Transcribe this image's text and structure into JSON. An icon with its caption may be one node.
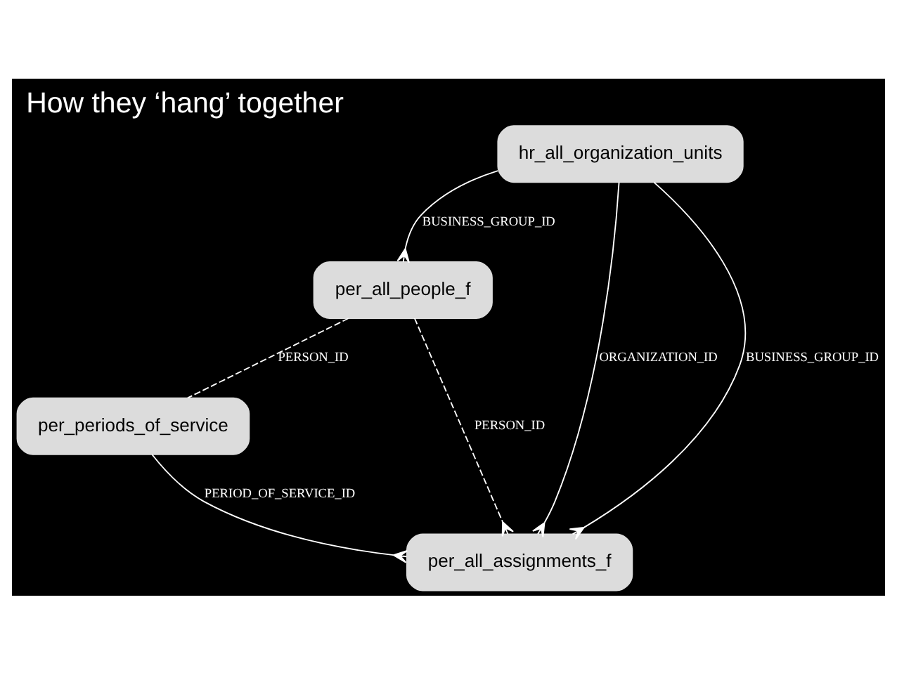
{
  "diagram": {
    "title": "How they ‘hang’ together",
    "nodes": [
      {
        "text": [
          "per_all_people_f"
        ]
      },
      {
        "text": [
          "per_periods_of_service"
        ]
      },
      {
        "text": [
          "hr_all_organization_units"
        ]
      },
      {
        "text": [
          "per_all_assignments_f"
        ]
      }
    ],
    "edges": [
      {
        "from": 0,
        "to": 1,
        "arrow": "none",
        "label": "PERSON_ID",
        "style": "dashed"
      },
      {
        "from": 2,
        "to": 0,
        "arrow": "other",
        "label": "BUSINESS_GROUP_ID"
      },
      {
        "from": 0,
        "to": 3,
        "arrow": "other",
        "label": "PERSON_ID",
        "style": "dashed"
      },
      {
        "from": 1,
        "to": 3,
        "arrow": "other",
        "label": "PERIOD_OF_SERVICE_ID"
      },
      {
        "from": 2,
        "to": 3,
        "arrow": "other",
        "label": "ORGANIZATION_ID"
      },
      {
        "from": 2,
        "to": 3,
        "arrow": "other",
        "label": "BUSINESS_GROUP_ID"
      }
    ]
  }
}
